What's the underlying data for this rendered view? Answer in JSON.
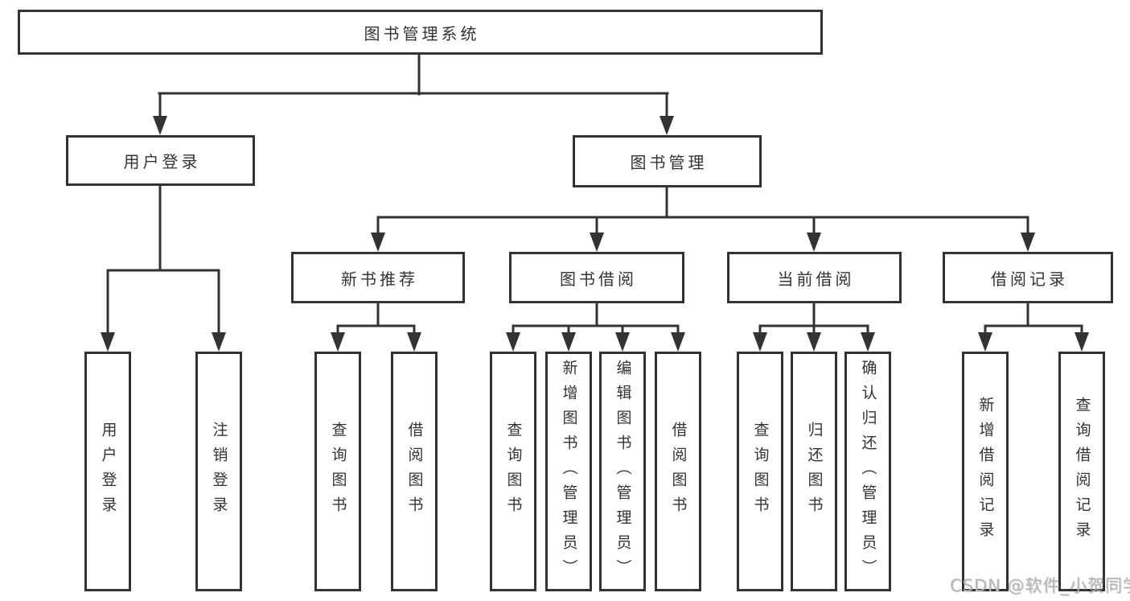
{
  "colors": {
    "line": "#333333",
    "box_border": "#333333",
    "text": "#333333",
    "watermark": "#b5b5b5",
    "background": "#ffffff"
  },
  "watermark": "CSDN @软件_小贺同学",
  "tree": {
    "root": {
      "label": "图书管理系统"
    },
    "children": [
      {
        "label": "用户登录",
        "children": [
          {
            "label": "用户登录"
          },
          {
            "label": "注销登录"
          }
        ]
      },
      {
        "label": "图书管理",
        "children": [
          {
            "label": "新书推荐",
            "children": [
              {
                "label": "查询图书"
              },
              {
                "label": "借阅图书"
              }
            ]
          },
          {
            "label": "图书借阅",
            "children": [
              {
                "label": "查询图书"
              },
              {
                "label": "新增图书（管理员）"
              },
              {
                "label": "编辑图书（管理员）"
              },
              {
                "label": "借阅图书"
              }
            ]
          },
          {
            "label": "当前借阅",
            "children": [
              {
                "label": "查询图书"
              },
              {
                "label": "归还图书"
              },
              {
                "label": "确认归还（管理员）"
              }
            ]
          },
          {
            "label": "借阅记录",
            "children": [
              {
                "label": "新增借阅记录"
              },
              {
                "label": "查询借阅记录"
              }
            ]
          }
        ]
      }
    ]
  }
}
